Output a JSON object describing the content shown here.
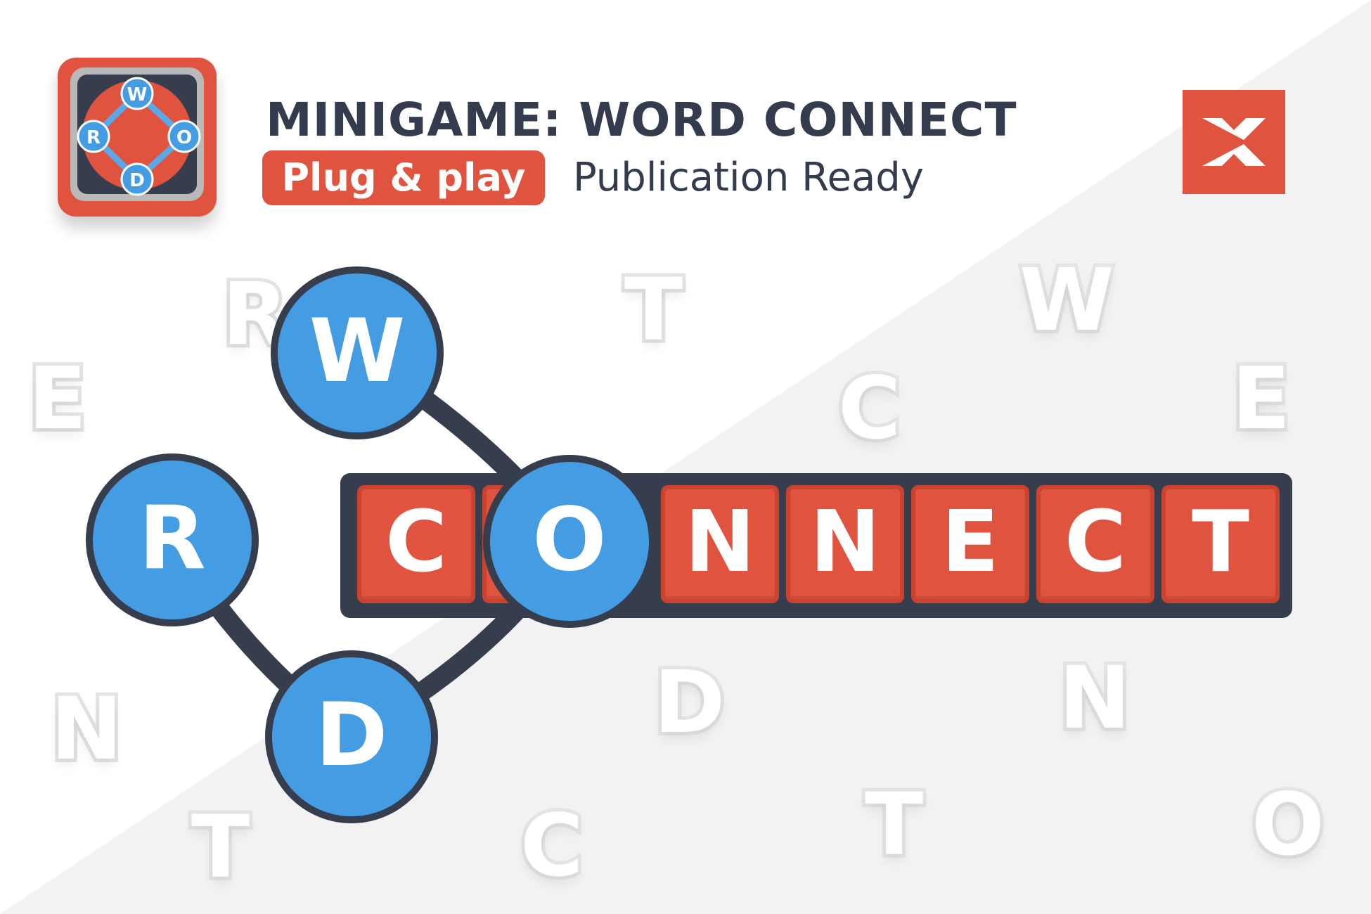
{
  "header": {
    "title": "MINIGAME: WORD CONNECT",
    "badge": "Plug & play",
    "subtitle": "Publication Ready"
  },
  "app_icon": {
    "name": "word-connect-app-icon",
    "letters": [
      "W",
      "O",
      "D",
      "R"
    ]
  },
  "close_button": {
    "icon": "close-icon"
  },
  "word_wheel": {
    "letters": [
      "W",
      "R",
      "O",
      "D"
    ]
  },
  "connect_word": {
    "letters": [
      "C",
      "O",
      "N",
      "N",
      "E",
      "C",
      "T"
    ]
  },
  "background_letters": [
    "R",
    "E",
    "N",
    "T",
    "T",
    "C",
    "D",
    "C",
    "T",
    "W",
    "E",
    "N",
    "O"
  ],
  "colors": {
    "accent_red": "#e0533f",
    "node_blue": "#449de3",
    "dark": "#363d4d",
    "ghost_stroke": "#e4e4e4"
  }
}
